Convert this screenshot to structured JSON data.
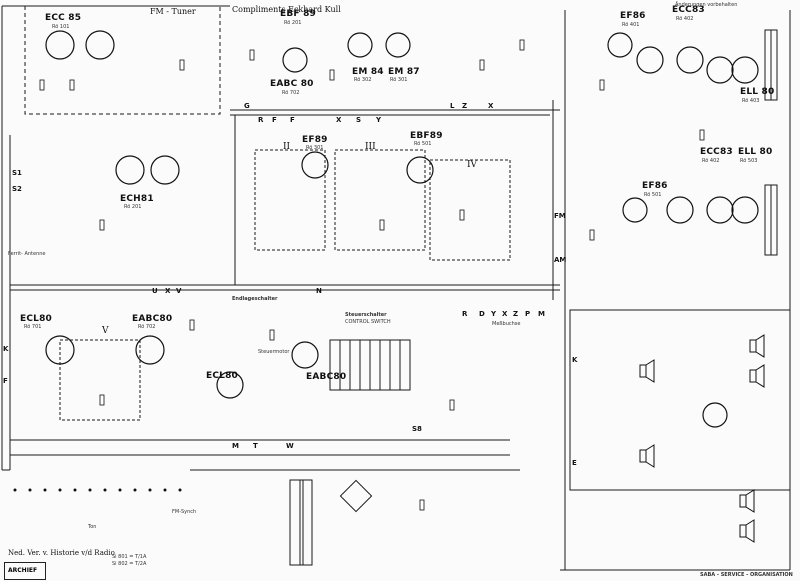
{
  "credit": "Compliments Eckhard Kull",
  "fm_tuner": "FM - Tuner",
  "tubes": {
    "ecc85": "ECC 85",
    "ecc85_ref": "Rö 101",
    "ebf89_top": "EBF 89",
    "ebf89_top_ref": "Rö 201",
    "eabc80_top": "EABC 80",
    "eabc80_top_ref": "Rö 702",
    "em84": "EM 84",
    "em84_ref": "Rö 302",
    "em87": "EM 87",
    "em87_ref": "Rö 301",
    "ecc83_top": "ECC83",
    "ecc83_top_ref": "Rö 402",
    "ef86_top": "EF86",
    "ef86_top_ref": "Rö 401",
    "ell80_top": "ELL 80",
    "ell80_top_ref": "Rö 403",
    "ef89": "EF89",
    "ef89_ref": "Rö 301",
    "ebf89_mid": "EBF89",
    "ebf89_mid_ref": "Rö 501",
    "ech81": "ECH81",
    "ech81_ref": "Rö 201",
    "ecc83_right": "ECC83",
    "ecc83_right_ref": "Rö 402",
    "ell80_right": "ELL 80",
    "ell80_right_ref": "Rö 503",
    "ef86_right": "EF86",
    "ef86_right_ref": "Rö 501",
    "ecl80": "ECL80",
    "ecl80_ref": "Rö 701",
    "eabc80_low": "EABC80",
    "eabc80_low_ref": "Rö 702",
    "ecl80_b": "ECL80",
    "eabc80_c": "EABC80"
  },
  "changes_note": "Änderungen vorbehalten",
  "section_numerals": [
    "II",
    "III",
    "IV",
    "V"
  ],
  "bus_letters_top": [
    "G",
    "R",
    "F",
    "F",
    "X",
    "S",
    "Y",
    "L",
    "Z",
    "X"
  ],
  "bus_letters_mid": [
    "R",
    "D",
    "Y",
    "X",
    "Z",
    "P",
    "M"
  ],
  "bus_letters_low": [
    "U",
    "X",
    "V",
    "T",
    "W",
    "M",
    "N"
  ],
  "side_labels": {
    "fm_right": "FM",
    "am_right": "AM",
    "k_left": "K",
    "f_left": "F",
    "k_right": "K",
    "e_right": "E",
    "ferrit": "Ferrit- Antenne"
  },
  "switch_labels": {
    "endlage": "Endlageschalter",
    "steuerschalter": "Steuerschalter",
    "control_switch": "CONTROL SWITCH",
    "steuermotor": "Steuermotor",
    "melltuchse": "Meßbuchse",
    "s1": "S1",
    "s2": "S2",
    "s8": "S8"
  },
  "bottom": {
    "nad": "Ned. Ver. v. Historie v/d Radio",
    "archief": "ARCHIEF",
    "saba": "SABA - SERVICE - ORGANISATION",
    "fuse1": "Si 801 = T/1A",
    "fuse2": "Si 802 = T/2A",
    "fm_sync": "FM-Synch",
    "tone": "Ton"
  },
  "accent": "#111111",
  "paper": "#fbfbfb"
}
